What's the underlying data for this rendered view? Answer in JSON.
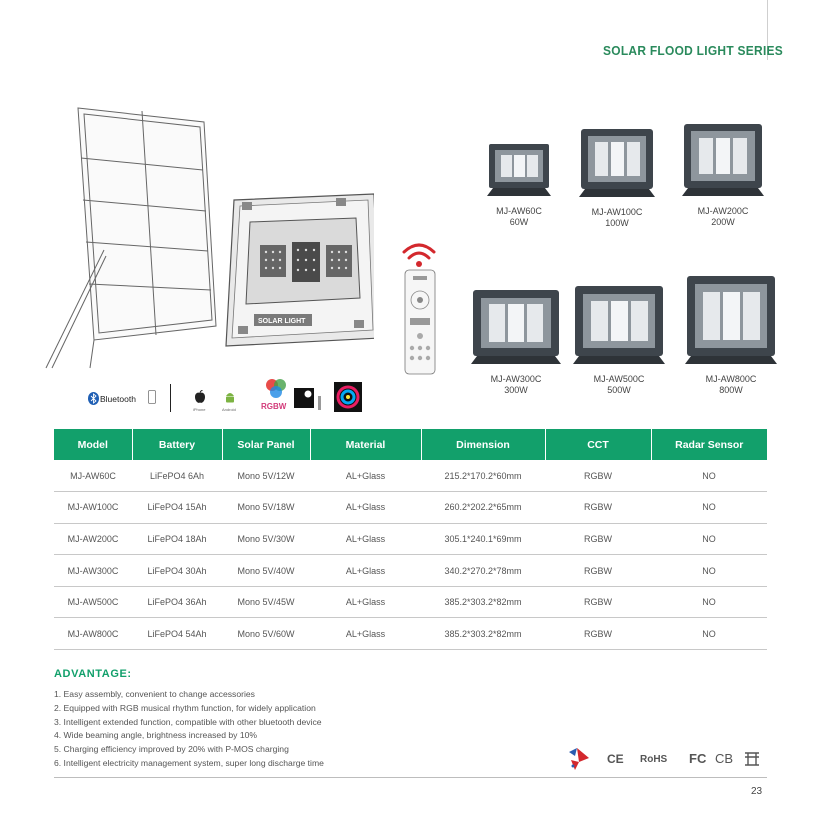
{
  "header": {
    "series_title": "SOLAR FLOOD LIGHT SERIES"
  },
  "hero": {
    "housing_label": "SOLAR LIGHT",
    "icons": [
      {
        "name": "bluetooth-icon",
        "label": "Bluetooth"
      },
      {
        "name": "iphone-icon",
        "label": ""
      },
      {
        "name": "apple-icon",
        "label": "iPhone"
      },
      {
        "name": "android-icon",
        "label": "Android"
      },
      {
        "name": "rgbw-icon",
        "label": "RGBW"
      },
      {
        "name": "white-light-icon",
        "label": ""
      },
      {
        "name": "color-wheel-icon",
        "label": ""
      }
    ]
  },
  "products": [
    {
      "model": "MJ-AW60C",
      "watt": "60W"
    },
    {
      "model": "MJ-AW100C",
      "watt": "100W"
    },
    {
      "model": "MJ-AW200C",
      "watt": "200W"
    },
    {
      "model": "MJ-AW300C",
      "watt": "300W"
    },
    {
      "model": "MJ-AW500C",
      "watt": "500W"
    },
    {
      "model": "MJ-AW800C",
      "watt": "800W"
    }
  ],
  "table": {
    "headers": [
      "Model",
      "Battery",
      "Solar Panel",
      "Material",
      "Dimension",
      "CCT",
      "Radar Sensor"
    ],
    "rows": [
      [
        "MJ-AW60C",
        "LiFePO4 6Ah",
        "Mono 5V/12W",
        "AL+Glass",
        "215.2*170.2*60mm",
        "RGBW",
        "NO"
      ],
      [
        "MJ-AW100C",
        "LiFePO4 15Ah",
        "Mono 5V/18W",
        "AL+Glass",
        "260.2*202.2*65mm",
        "RGBW",
        "NO"
      ],
      [
        "MJ-AW200C",
        "LiFePO4 18Ah",
        "Mono 5V/30W",
        "AL+Glass",
        "305.1*240.1*69mm",
        "RGBW",
        "NO"
      ],
      [
        "MJ-AW300C",
        "LiFePO4 30Ah",
        "Mono 5V/40W",
        "AL+Glass",
        "340.2*270.2*78mm",
        "RGBW",
        "NO"
      ],
      [
        "MJ-AW500C",
        "LiFePO4 36Ah",
        "Mono 5V/45W",
        "AL+Glass",
        "385.2*303.2*82mm",
        "RGBW",
        "NO"
      ],
      [
        "MJ-AW800C",
        "LiFePO4 54Ah",
        "Mono 5V/60W",
        "AL+Glass",
        "385.2*303.2*82mm",
        "RGBW",
        "NO"
      ]
    ]
  },
  "advantage": {
    "title": "ADVANTAGE:",
    "items": [
      "1. Easy assembly, convenient to change accessories",
      "2. Equipped with RGB musical rhythm function, for widely application",
      "3. Intelligent extended function, compatible with other bluetooth device",
      "4. Wide beaming angle, brightness increased by 10%",
      "5. Charging efficiency improved by 20% with P-MOS charging",
      "6. Intelligent electricity management system, super long discharge time"
    ]
  },
  "certifications": [
    "CE",
    "RoHS",
    "FC",
    "CB"
  ],
  "footer": {
    "page_number": "23"
  },
  "colors": {
    "accent": "#12a06b",
    "title": "#2a8a5c"
  }
}
